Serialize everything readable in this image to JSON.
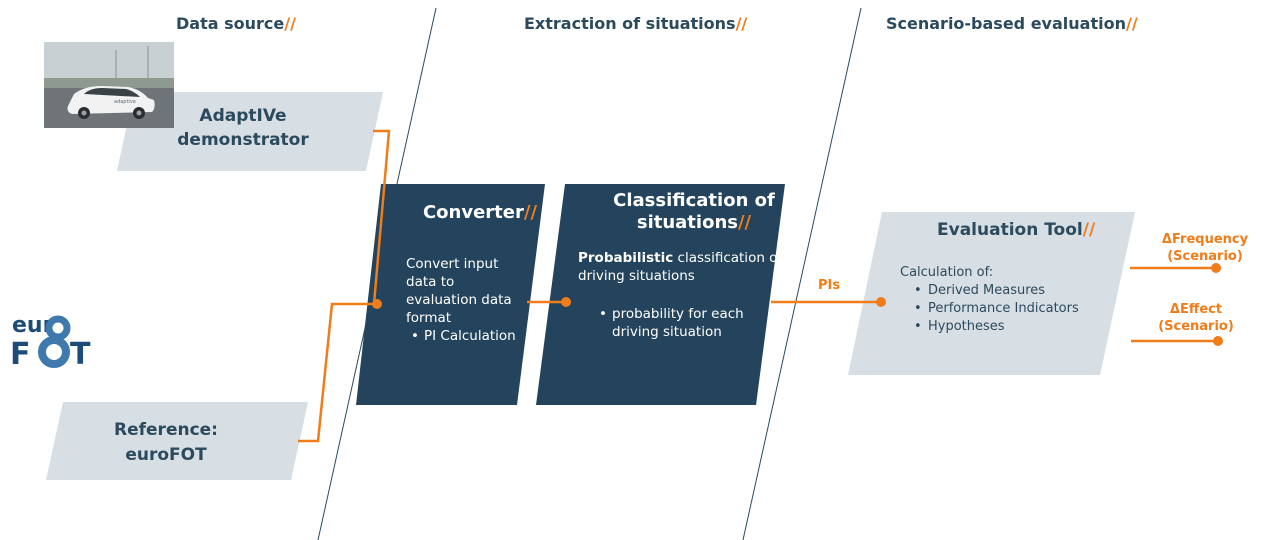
{
  "sections": [
    {
      "title": "Data source",
      "slash": "//"
    },
    {
      "title": "Extraction of situations",
      "slash": "//"
    },
    {
      "title": "Scenario-based evaluation",
      "slash": "//"
    }
  ],
  "sources": {
    "demonstrator": "AdaptIVe demonstrator",
    "reference_line1": "Reference:",
    "reference_line2": "euroFOT",
    "car_photo_label": "adaptive"
  },
  "logo": {
    "line1": "eur",
    "line2": "F",
    "line3": "T"
  },
  "converter": {
    "title": "Converter",
    "slash": "//",
    "body": "Convert input data to evaluation data format",
    "bullets": [
      "PI Calculation"
    ]
  },
  "classification": {
    "title_line1": "Classification of",
    "title_line2": "situations",
    "slash": "//",
    "body_bold": "Probabilistic",
    "body_rest": " classification of driving situations",
    "bullets": [
      "probability for each driving situation"
    ]
  },
  "connector_label": "PIs",
  "evaluation": {
    "title": "Evaluation Tool",
    "slash": "//",
    "intro": "Calculation of:",
    "bullets": [
      "Derived Measures",
      "Performance Indicators",
      "Hypotheses"
    ]
  },
  "outputs": [
    {
      "line1": "ΔFrequency",
      "line2": "(Scenario)"
    },
    {
      "line1": "ΔEffect",
      "line2": "(Scenario)"
    }
  ],
  "colors": {
    "accent": "#f07c1a",
    "dark_box": "#23445c",
    "light_box": "#d7dee4",
    "heading_text": "#2c4a5e"
  }
}
